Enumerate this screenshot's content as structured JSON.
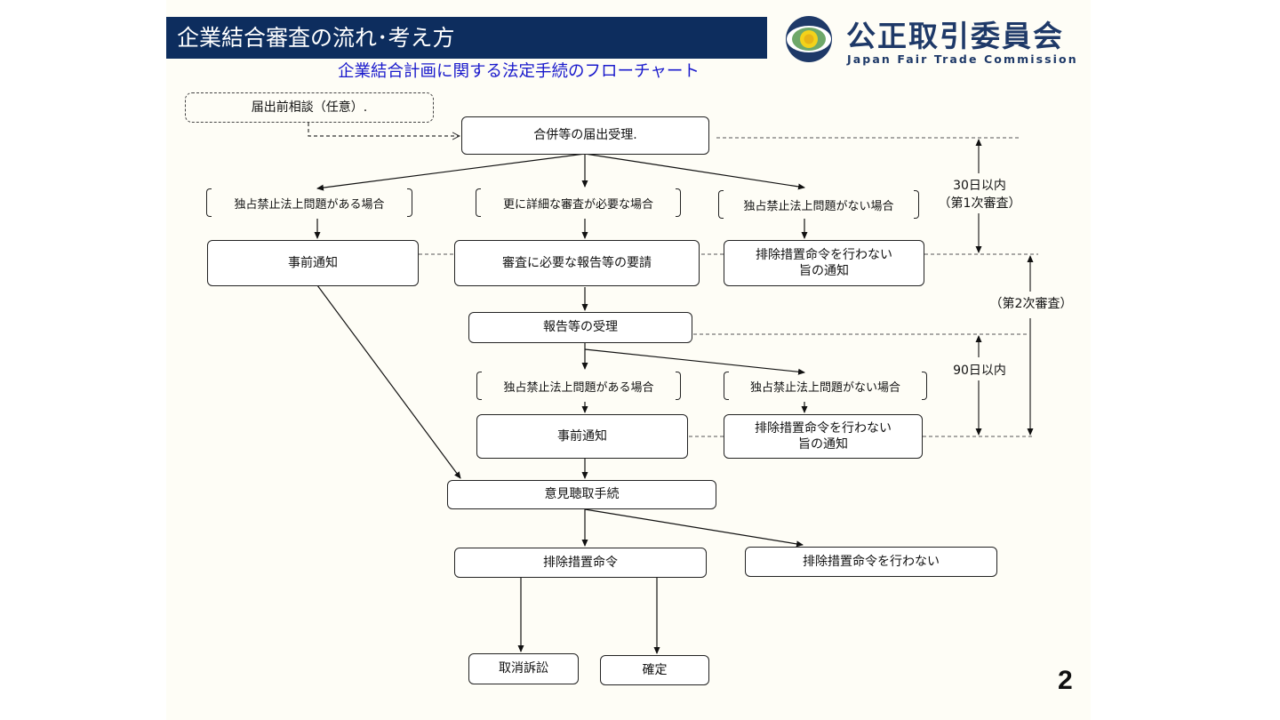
{
  "header": {
    "title": "企業結合審査の流れ･考え方",
    "subtitle": "企業結合計画に関する法定手続のフローチャート",
    "org_name": "公正取引委員会",
    "org_name_en": "Japan Fair Trade Commission"
  },
  "flow": {
    "pre_consultation": "届出前相談（任意）.",
    "filing_received": "合併等の届出受理.",
    "phase1": {
      "cond_problem": "独占禁止法上問題がある場合",
      "cond_detailed": "更に詳細な審査が必要な場合",
      "cond_no_problem": "独占禁止法上問題がない場合",
      "prior_notice": "事前通知",
      "report_request": "審査に必要な報告等の要請",
      "no_order_notice_line1": "排除措置命令を行わない",
      "no_order_notice_line2": "旨の通知"
    },
    "report_received": "報告等の受理",
    "phase2": {
      "cond_problem": "独占禁止法上問題がある場合",
      "cond_no_problem": "独占禁止法上問題がない場合",
      "prior_notice": "事前通知",
      "no_order_notice_line1": "排除措置命令を行わない",
      "no_order_notice_line2": "旨の通知"
    },
    "hearing": "意見聴取手続",
    "cease_order": "排除措置命令",
    "no_cease_order": "排除措置命令を行わない",
    "revocation_suit": "取消訴訟",
    "finalized": "確定"
  },
  "periods": {
    "phase1_days": "30日以内",
    "phase1_label": "（第1次審査）",
    "phase2_label": "（第2次審査）",
    "phase2_days": "90日以内"
  },
  "page_number": "2"
}
